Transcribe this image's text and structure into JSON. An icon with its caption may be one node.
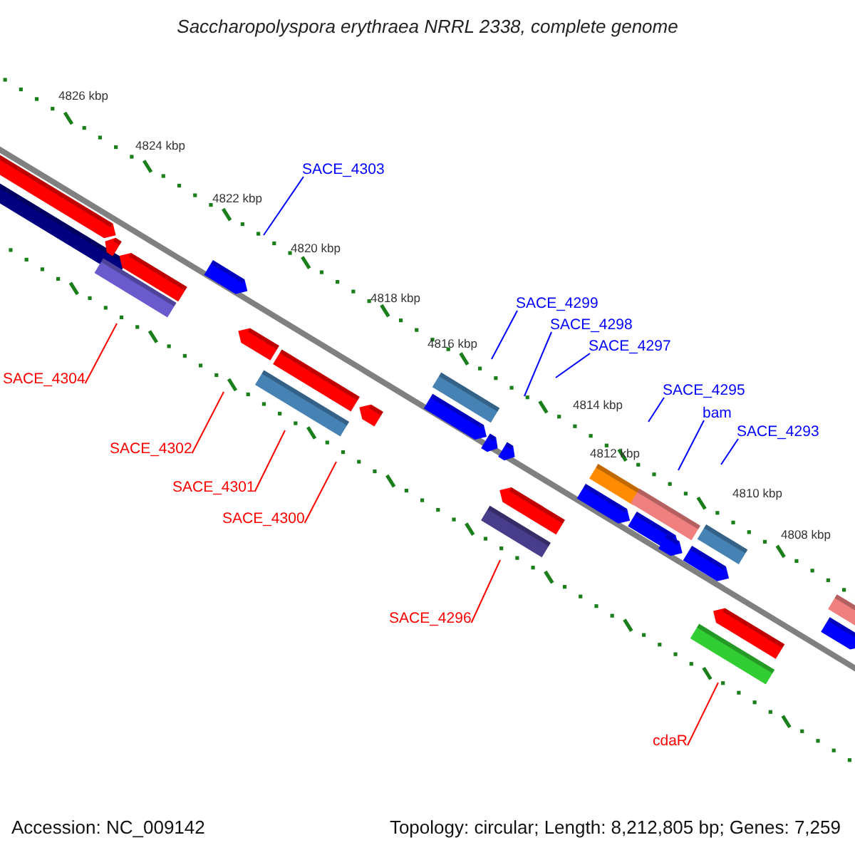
{
  "diagram": {
    "title": "Saccharopolyspora erythraea NRRL 2338, complete genome",
    "nodes": [
      {
        "text": [
          "SACE_4303"
        ]
      },
      {
        "text": [
          "SACE_4299"
        ]
      },
      {
        "text": [
          "SACE_4298"
        ]
      },
      {
        "text": [
          "SACE_4297"
        ]
      },
      {
        "text": [
          "SACE_4295"
        ]
      },
      {
        "text": [
          "bam"
        ]
      },
      {
        "text": [
          "SACE_4293"
        ]
      },
      {
        "text": [
          "SACE_4304"
        ]
      },
      {
        "text": [
          "SACE_4302"
        ]
      },
      {
        "text": [
          "SACE_4301"
        ]
      },
      {
        "text": [
          "SACE_4300"
        ]
      },
      {
        "text": [
          "SACE_4296"
        ]
      },
      {
        "text": [
          "cdaR"
        ]
      }
    ],
    "edges": [
      {
        "from": 0,
        "to": null,
        "arrow": "none"
      },
      {
        "from": 1,
        "to": null,
        "arrow": "none"
      },
      {
        "from": 2,
        "to": null,
        "arrow": "none"
      },
      {
        "from": 3,
        "to": null,
        "arrow": "none"
      },
      {
        "from": 4,
        "to": null,
        "arrow": "none"
      },
      {
        "from": 5,
        "to": null,
        "arrow": "none"
      },
      {
        "from": 6,
        "to": null,
        "arrow": "none"
      },
      {
        "from": 7,
        "to": null,
        "arrow": "none",
        "color": "#ff0000"
      },
      {
        "from": 8,
        "to": null,
        "arrow": "none",
        "color": "#ff0000"
      },
      {
        "from": 9,
        "to": null,
        "arrow": "none",
        "color": "#ff0000"
      },
      {
        "from": 10,
        "to": null,
        "arrow": "none",
        "color": "#ff0000"
      },
      {
        "from": 11,
        "to": null,
        "arrow": "none",
        "color": "#ff0000"
      },
      {
        "from": 12,
        "to": null,
        "arrow": "none",
        "color": "#ff0000"
      }
    ],
    "labels": [
      "4826 kbp",
      "4824 kbp",
      "4822 kbp",
      "4820 kbp",
      "4818 kbp",
      "4816 kbp",
      "4814 kbp",
      "4812 kbp",
      "4810 kbp",
      "4808 kbp",
      "Accession: NC_009142",
      "Topology: circular; Length: 8,212,805 bp; Genes: 7,259"
    ]
  }
}
